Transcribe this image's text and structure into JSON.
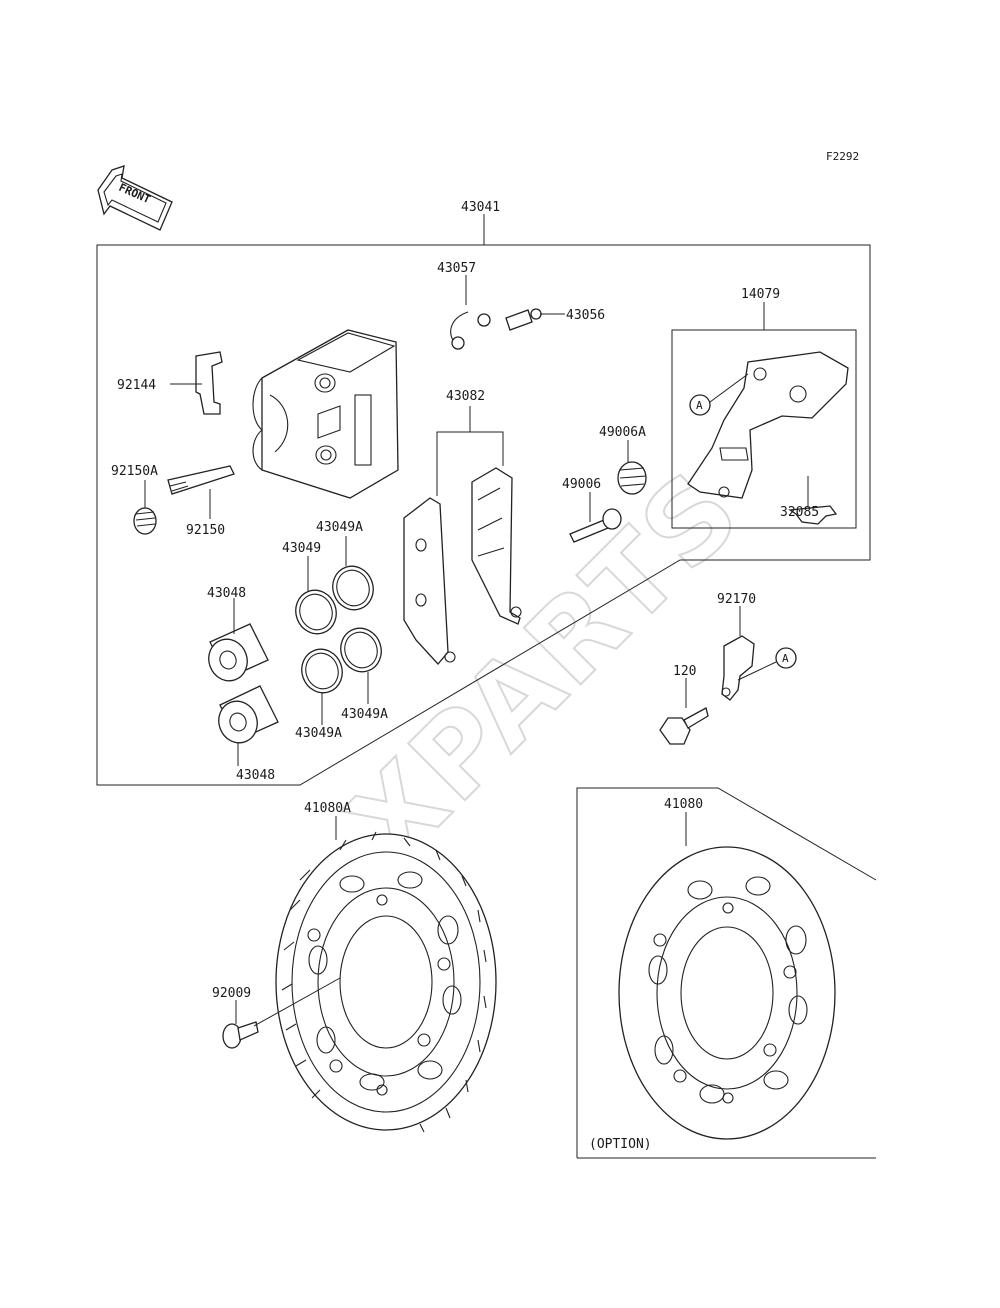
{
  "figure_code": "F2292",
  "front_label": "FRONT",
  "watermark": "XPARTS",
  "option_label": "(OPTION)",
  "callouts": {
    "assy_caliper": "43041",
    "bleeder_cap": "43057",
    "bleeder_valve": "43056",
    "bracket_assy": "14079",
    "pad_spring": "92144",
    "pin_boot": "92150A",
    "pin": "92150",
    "pad_set": "43082",
    "boot_a": "49006A",
    "slide_pin": "49006",
    "bracket_clip": "32085",
    "seal_a_top": "43049A",
    "seal_top": "43049",
    "piston_top": "43048",
    "seal_a_bottom_right": "43049A",
    "seal_a_bottom_left": "43049A",
    "piston_bottom": "43048",
    "hose_clamp": "92170",
    "bolt": "120",
    "disc_std": "41080A",
    "disc_option": "41080",
    "disc_bolt": "92009",
    "mark_a_1": "A",
    "mark_a_2": "A"
  }
}
